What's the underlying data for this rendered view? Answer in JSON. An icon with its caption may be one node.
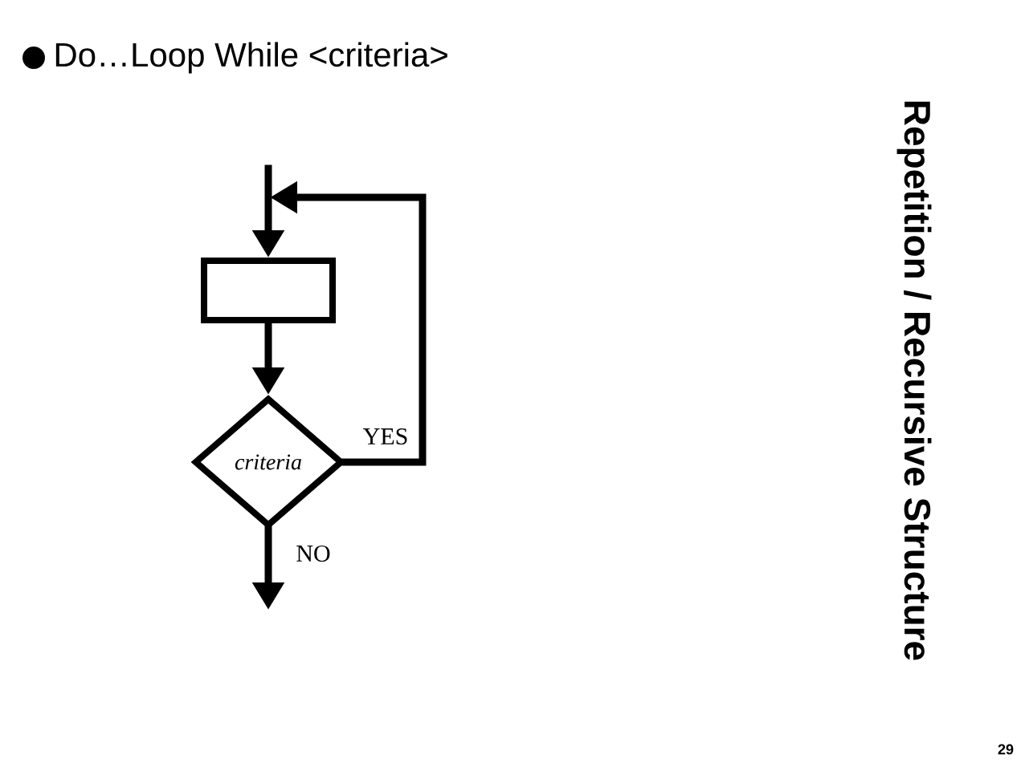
{
  "diagram": {
    "title": "Repetition / Recursive Structure",
    "nodes": [
      {
        "text": [],
        "shape": "box"
      },
      {
        "text": [
          "criteria"
        ]
      }
    ],
    "edges": [
      {
        "from": null,
        "to": 0,
        "arrow": "to"
      },
      {
        "from": 0,
        "to": 1,
        "arrow": "to"
      },
      {
        "from": 1,
        "to": 0,
        "arrow": "to",
        "label": "YES"
      },
      {
        "from": 1,
        "to": null,
        "arrow": "to",
        "label": "NO"
      }
    ],
    "labels": [
      "Do…Loop While <criteria>",
      "29"
    ]
  }
}
